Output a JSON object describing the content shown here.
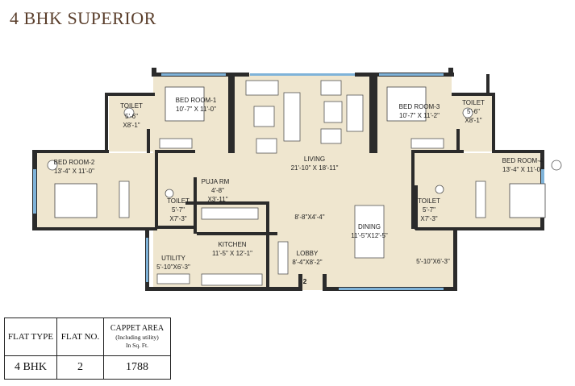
{
  "title": "4 BHK SUPERIOR",
  "rooms": {
    "bed1": {
      "name": "BED ROOM-1",
      "size": "10'-7\" X 11'-0\""
    },
    "bed2": {
      "name": "BED ROOM-2",
      "size": "13'-4\" X 11'-0\""
    },
    "bed3": {
      "name": "BED ROOM-3",
      "size": "10'-7\" X 11'-2\""
    },
    "bed4": {
      "name": "BED ROOM-4",
      "size": "13'-4\" X 11'-0\""
    },
    "toilet1": {
      "name": "TOILET",
      "size1": "5'-6\"",
      "size2": "X8'-1\""
    },
    "toilet2": {
      "name": "TOILET",
      "size1": "5'-7\"",
      "size2": "X7'-3\""
    },
    "toilet3": {
      "name": "TOILET",
      "size1": "5'-6\"",
      "size2": "X8'-1\""
    },
    "toilet4": {
      "name": "TOILET",
      "size1": "5'-7\"",
      "size2": "X7'-3\""
    },
    "living": {
      "name": "LIVING",
      "size": "21'-10\" X 18'-11\""
    },
    "puja": {
      "name": "PUJA RM",
      "size1": "4'-8\"",
      "size2": "X3'-11\""
    },
    "kitchen": {
      "name": "KITCHEN",
      "size": "11'-5\" X 12'-1\""
    },
    "utility": {
      "name": "UTILITY",
      "size": "5'-10\"X6'-3\""
    },
    "utility2": {
      "size": "5'-10\"X6'-3\""
    },
    "passage": {
      "size": "8'-8\"X4'-4\""
    },
    "dining": {
      "name": "DINING",
      "size": "11'-5\"X12'-5\""
    },
    "lobby": {
      "name": "LOBBY",
      "size": "8'-4\"X8'-2\""
    },
    "lift": {
      "label": "2"
    }
  },
  "table": {
    "headers": {
      "flat_type": "FLAT TYPE",
      "flat_no": "FLAT NO.",
      "area_line1": "CAPPET AREA",
      "area_line2": "(Including utility)",
      "area_line3": "In Sq. Ft."
    },
    "values": {
      "flat_type": "4 BHK",
      "flat_no": "2",
      "area": "1788"
    }
  },
  "colors": {
    "floor": "#efe6cf",
    "wall": "#2b2b2b",
    "title": "#5a3e2b",
    "glass": "#7fb3d9"
  }
}
